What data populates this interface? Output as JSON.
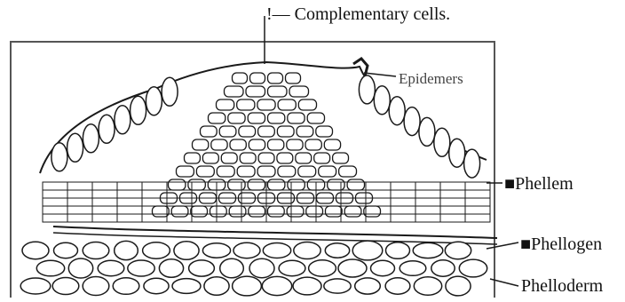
{
  "labels": {
    "complementary": "!— Complementary cells.",
    "epidermis": "Epidemers",
    "phellem": "■Phellem",
    "phellogen": "■Phellogen",
    "phelloderm": "Phelloderm"
  },
  "colors": {
    "ink": "#1a1a1a",
    "paper": "#ffffff",
    "frame": "#555555"
  }
}
